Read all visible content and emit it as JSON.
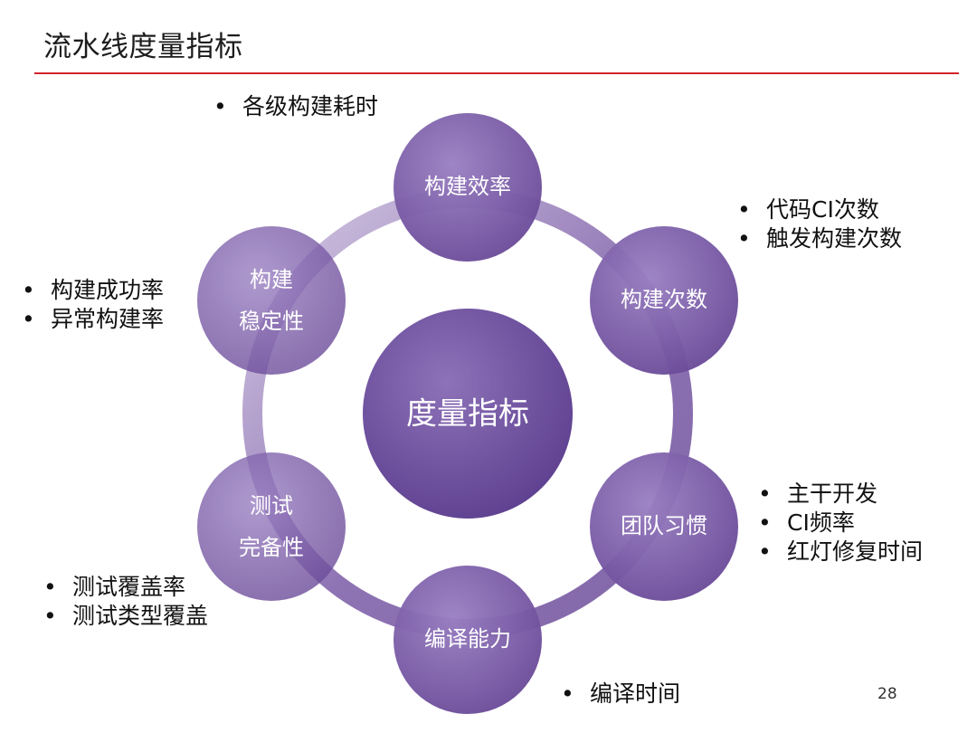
{
  "slide": {
    "title": "流水线度量指标",
    "page_number": "28",
    "accent_color": "#d2232a"
  },
  "diagram": {
    "center": {
      "label": "度量指标"
    },
    "nodes": [
      {
        "label": "构建效率"
      },
      {
        "label": "构建次数"
      },
      {
        "label": "团队习惯"
      },
      {
        "label": "编译能力"
      },
      {
        "label": [
          "测试",
          "完备性"
        ]
      },
      {
        "label": [
          "构建",
          "稳定性"
        ]
      }
    ],
    "colors": {
      "node_fill": "#7a5ba6",
      "node_fill_dark": "#5c3f8a",
      "ring": "#8f78b4"
    }
  },
  "annotations": {
    "build_efficiency": [
      "各级构建耗时"
    ],
    "build_count": [
      "代码CI次数",
      "触发构建次数"
    ],
    "build_stability": [
      "构建成功率",
      "异常构建率"
    ],
    "team_habits": [
      "主干开发",
      "CI频率",
      "红灯修复时间"
    ],
    "test_completeness": [
      "测试覆盖率",
      "测试类型覆盖"
    ],
    "compile_ability": [
      "编译时间"
    ]
  }
}
